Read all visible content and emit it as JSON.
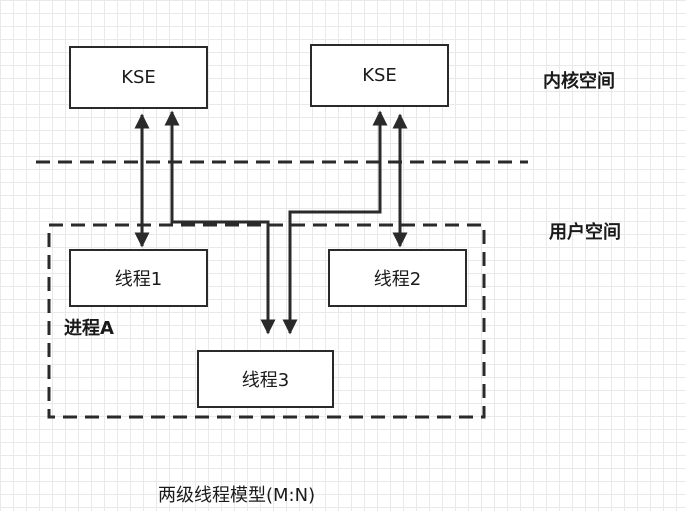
{
  "kernel_label": "内核空间",
  "user_label": "用户空间",
  "kse_boxes": [
    "KSE",
    "KSE"
  ],
  "threads": [
    "线程1",
    "线程2",
    "线程3"
  ],
  "process_label": "进程A",
  "caption": "两级线程模型(M:N)",
  "colors": {
    "line": "#2a2a2a",
    "grid": "#e9e9e9"
  }
}
